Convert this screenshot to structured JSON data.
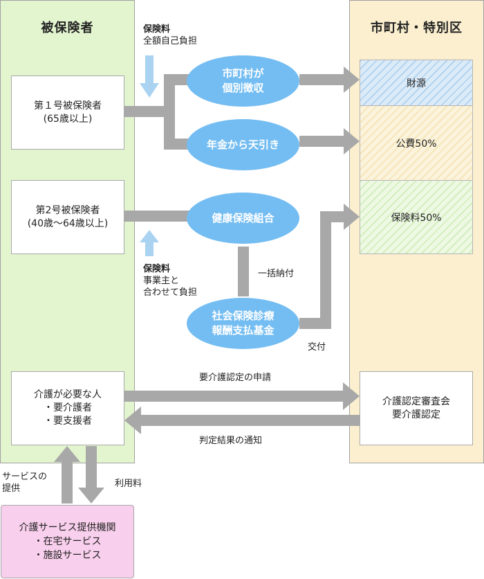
{
  "left_panel": {
    "title": "被保険者"
  },
  "right_panel": {
    "title": "市町村・特別区"
  },
  "insured_1": {
    "line1": "第１号被保険者",
    "line2": "(65歳以上)"
  },
  "insured_2": {
    "line1": "第2号被保険者",
    "line2": "(40歳〜64歳以上)"
  },
  "care_person": {
    "line1": "介護が必要な人",
    "line2": "・要介護者",
    "line3": "・要支援者"
  },
  "ovals": {
    "individual": {
      "line1": "市町村が",
      "line2": "個別徴収"
    },
    "pension": {
      "line1": "年金から天引き"
    },
    "health": {
      "line1": "健康保険組合"
    },
    "fund": {
      "line1": "社会保険診療",
      "line2": "報酬支払基金"
    }
  },
  "note_top": {
    "line1": "保険料",
    "line2": "全額自己負担"
  },
  "note_mid": {
    "line1": "保険料",
    "line2": "事業主と",
    "line3": "合わせて負担"
  },
  "labels": {
    "lump_sum": "一括納付",
    "grant": "交付",
    "application": "要介護認定の申請",
    "notice": "判定結果の通知",
    "service_provision": {
      "line1": "サービスの",
      "line2": "提供"
    },
    "usage_fee": "利用料"
  },
  "funding": {
    "source": "財源",
    "public": "公費50%",
    "premium": "保険料50%"
  },
  "committee": {
    "line1": "介護認定審査会",
    "line2": "要介護認定"
  },
  "provider": {
    "line1": "介護サービス提供機関",
    "line2": "・在宅サービス",
    "line3": "・施設サービス"
  },
  "colors": {
    "left_panel": "#e3f5cf",
    "right_panel": "#fbefcf",
    "oval": "#74bdf2",
    "arrow": "#a8a8a8",
    "light_arrow": "#aad3f2",
    "provider": "#f8cfec"
  }
}
